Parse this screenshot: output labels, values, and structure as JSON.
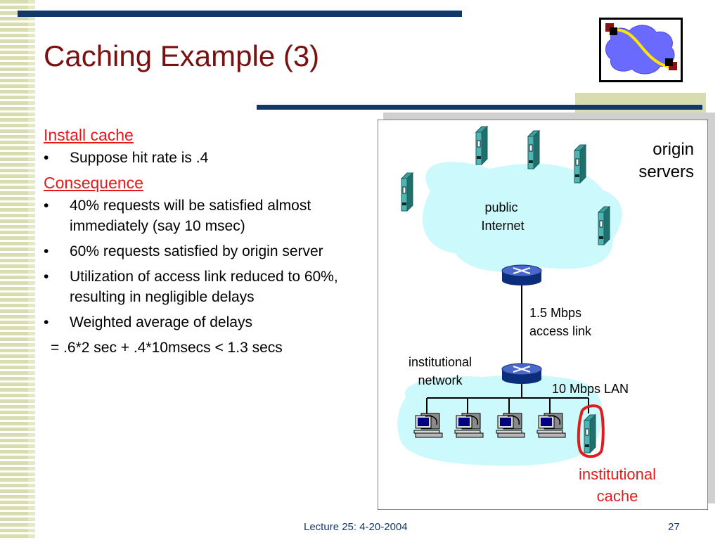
{
  "slide": {
    "title": "Caching Example (3)",
    "footer_lecture": "Lecture 25: 4-20-2004",
    "footer_page": "27"
  },
  "content": {
    "heading_install": "Install cache",
    "bullet_hit_rate": "Suppose hit rate is .4",
    "heading_consequence": "Consequence",
    "bullets": [
      "40% requests will be satisfied almost immediately (say 10 msec)",
      "60% requests satisfied by origin server",
      "Utilization of access link reduced to 60%, resulting in negligible delays",
      "Weighted average of delays"
    ],
    "equation": "=  .6*2 sec + .4*10msecs < 1.3 secs",
    "bullet_glyph": "•"
  },
  "diagram": {
    "origin_label": [
      "origin",
      "servers"
    ],
    "internet_label": [
      "public",
      "Internet"
    ],
    "access_link_label": [
      "1.5 Mbps",
      "access link"
    ],
    "institutional_network_label": [
      "institutional",
      "network"
    ],
    "lan_label": "10 Mbps LAN",
    "cache_label": [
      "institutional",
      "cache"
    ]
  },
  "colors": {
    "title": "#7a1111",
    "heading": "#e21a1a",
    "navy": "#12386b",
    "olive": "#d9dcae",
    "cloud": "#ccfafc",
    "server": "#3d9e9c",
    "cache_outline": "#e11c1c"
  }
}
